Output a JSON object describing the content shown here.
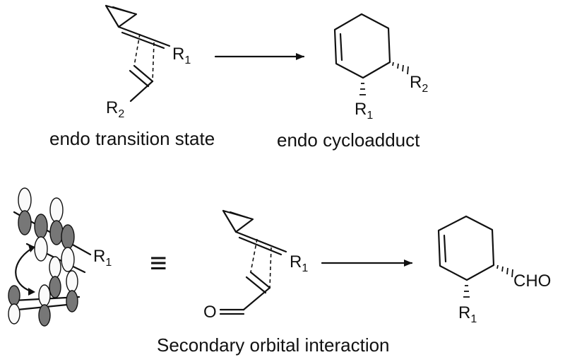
{
  "captions": {
    "ts": "endo transition state",
    "cycloadduct": "endo cycloadduct",
    "secondary": "Secondary orbital interaction"
  },
  "labels": {
    "r1": "R",
    "r2": "R",
    "sub1": "1",
    "sub2": "2",
    "cho": "CHO",
    "o": "O"
  },
  "symbols": {
    "equiv": "≡"
  },
  "colors": {
    "lines": "#111111",
    "lobe_shaded": "#777777"
  }
}
